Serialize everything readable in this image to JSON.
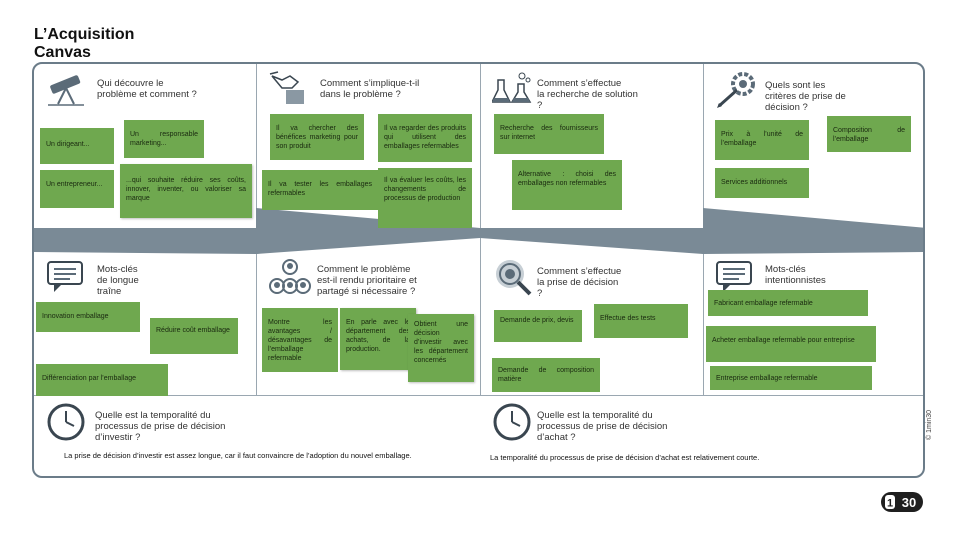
{
  "title": {
    "line1": "L’Acquisition",
    "line2": "Canvas"
  },
  "top_sections": [
    {
      "title_lines": [
        "Qui découvre le",
        "problème  et comment ?"
      ],
      "icon": "telescope-icon"
    },
    {
      "title_lines": [
        "Comment s’implique-t-il",
        "dans le problème ?"
      ],
      "icon": "hand-icon"
    },
    {
      "title_lines": [
        "Comment s’effectue",
        "la recherche de solution",
        "?"
      ],
      "icon": "chemistry-flask-icon"
    },
    {
      "title_lines": [
        "Quels sont les",
        "critères  de prise de",
        "décision ?"
      ],
      "icon": "pen-gear-icon"
    }
  ],
  "middle_sections": [
    {
      "title_lines": [
        "Mots-clés",
        "de longue",
        "traîne"
      ],
      "icon": "speech-bubble-icon"
    },
    {
      "title_lines": [
        "Comment le problème",
        "est-il rendu prioritaire et",
        "partagé  si nécessaire ?"
      ],
      "icon": "people-network-icon"
    },
    {
      "title_lines": [
        "Comment s’effectue",
        "la prise de décision",
        "?"
      ],
      "icon": "target-magnifier-icon"
    },
    {
      "title_lines": [
        "Mots-clés",
        "intentionnistes"
      ],
      "icon": "speech-bubble-icon"
    }
  ],
  "bottom_sections": [
    {
      "title_lines": [
        "Quelle est la temporalité du",
        "processus  de prise de décision",
        "d’investir ?"
      ],
      "icon": "clock-icon",
      "text": "La prise de décision d’investir est assez longue, car il faut convaincre de l’adoption du nouvel emballage."
    },
    {
      "title_lines": [
        "Quelle est la temporalité du",
        "processus  de prise de décision",
        "d’achat ?"
      ],
      "icon": "clock-icon",
      "text": "La temporalité du processus de prise de décision d’achat est relativement courte."
    }
  ],
  "notes": {
    "dirigeant": "Un dirigeant...",
    "responsable": "Un  responsable marketing...",
    "entrepreneur": "Un entrepreneur...",
    "reduire": "...qui souhaite réduire ses coûts, innover, inventer, ou valoriser sa marque",
    "chercher": "Il  va  chercher  des bénéfices  marketing pour son produit",
    "regarder": "Il  va  regarder  des produits  qui  utilisent des        emballages refermables",
    "tester": "Il va tester les emballages refermables",
    "evaluer": "Il    va    évaluer    les coûts,                   les changements         de processus              de production",
    "recherche": "Recherche                 des fournisseurs sur internet",
    "alternative": "Alternative  :  choisi  des emballages            non refermables",
    "prix": "Prix   à   l’unité   de l’emballage",
    "composition": "Composition      de l’emballage",
    "services": "Services additionnels",
    "innovation": "Innovation emballage",
    "reduire_cout": "Réduire             coût emballage",
    "differenciation": "Différenciation par l’emballage",
    "montre": "Montre           les avantages            / désavantages        de l’emballage refermable",
    "parle": "En parle avec le département des achats, de la production.",
    "obtient": "Obtient         une décision d’investir avec les département concernés",
    "demande_prix": "Demande  de  prix, devis",
    "tests": "Effectue des tests",
    "demande_compo": "Demande  de  composition matière",
    "fabricant": "Fabricant emballage refermable",
    "acheter": "Acheter      emballage      refermable      pour entreprise",
    "entreprise": "Entreprise emballage refermable"
  },
  "copyright": "© 1min30",
  "logo": {
    "left": "1",
    "right": "30"
  },
  "colors": {
    "note_green": "#6fa84f",
    "border": "#6b7c89",
    "arrow": "#7a8a96",
    "icon": "#5b6b78"
  }
}
